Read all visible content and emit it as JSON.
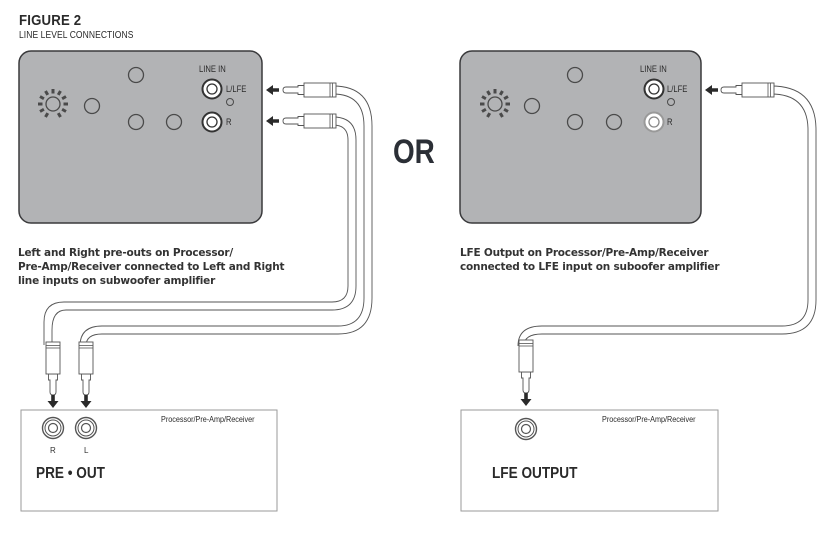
{
  "figure": {
    "title": "FIGURE 2",
    "subtitle": "LINE LEVEL CONNECTIONS"
  },
  "separator": "OR",
  "left_panel": {
    "amplifier": {
      "input_header": "LINE IN",
      "jacks": [
        {
          "label": "L/LFE",
          "connected": true
        },
        {
          "label": "R",
          "connected": true
        }
      ]
    },
    "description": "Left and Right pre-outs on Processor/\nPre-Amp/Receiver connected to Left and Right\nline inputs on subwoofer amplifier",
    "receiver": {
      "name": "Processor/Pre-Amp/Receiver",
      "jacks": [
        {
          "label": "R"
        },
        {
          "label": "L"
        }
      ],
      "output_label": "PRE • OUT"
    }
  },
  "right_panel": {
    "amplifier": {
      "input_header": "LINE IN",
      "jacks": [
        {
          "label": "L/LFE",
          "connected": true
        },
        {
          "label": "R",
          "connected": false
        }
      ]
    },
    "description": "LFE Output on Processor/Pre-Amp/Receiver\nconnected to LFE input on suboofer amplifier",
    "receiver": {
      "name": "Processor/Pre-Amp/Receiver",
      "output_label": "LFE OUTPUT"
    }
  },
  "colors": {
    "amp_panel_fill": "#b2b3b5",
    "amp_panel_stroke": "#3a3a3c",
    "line": "#4a4a4a",
    "text": "#2a2a2a",
    "or_text": "#2b2f36"
  }
}
